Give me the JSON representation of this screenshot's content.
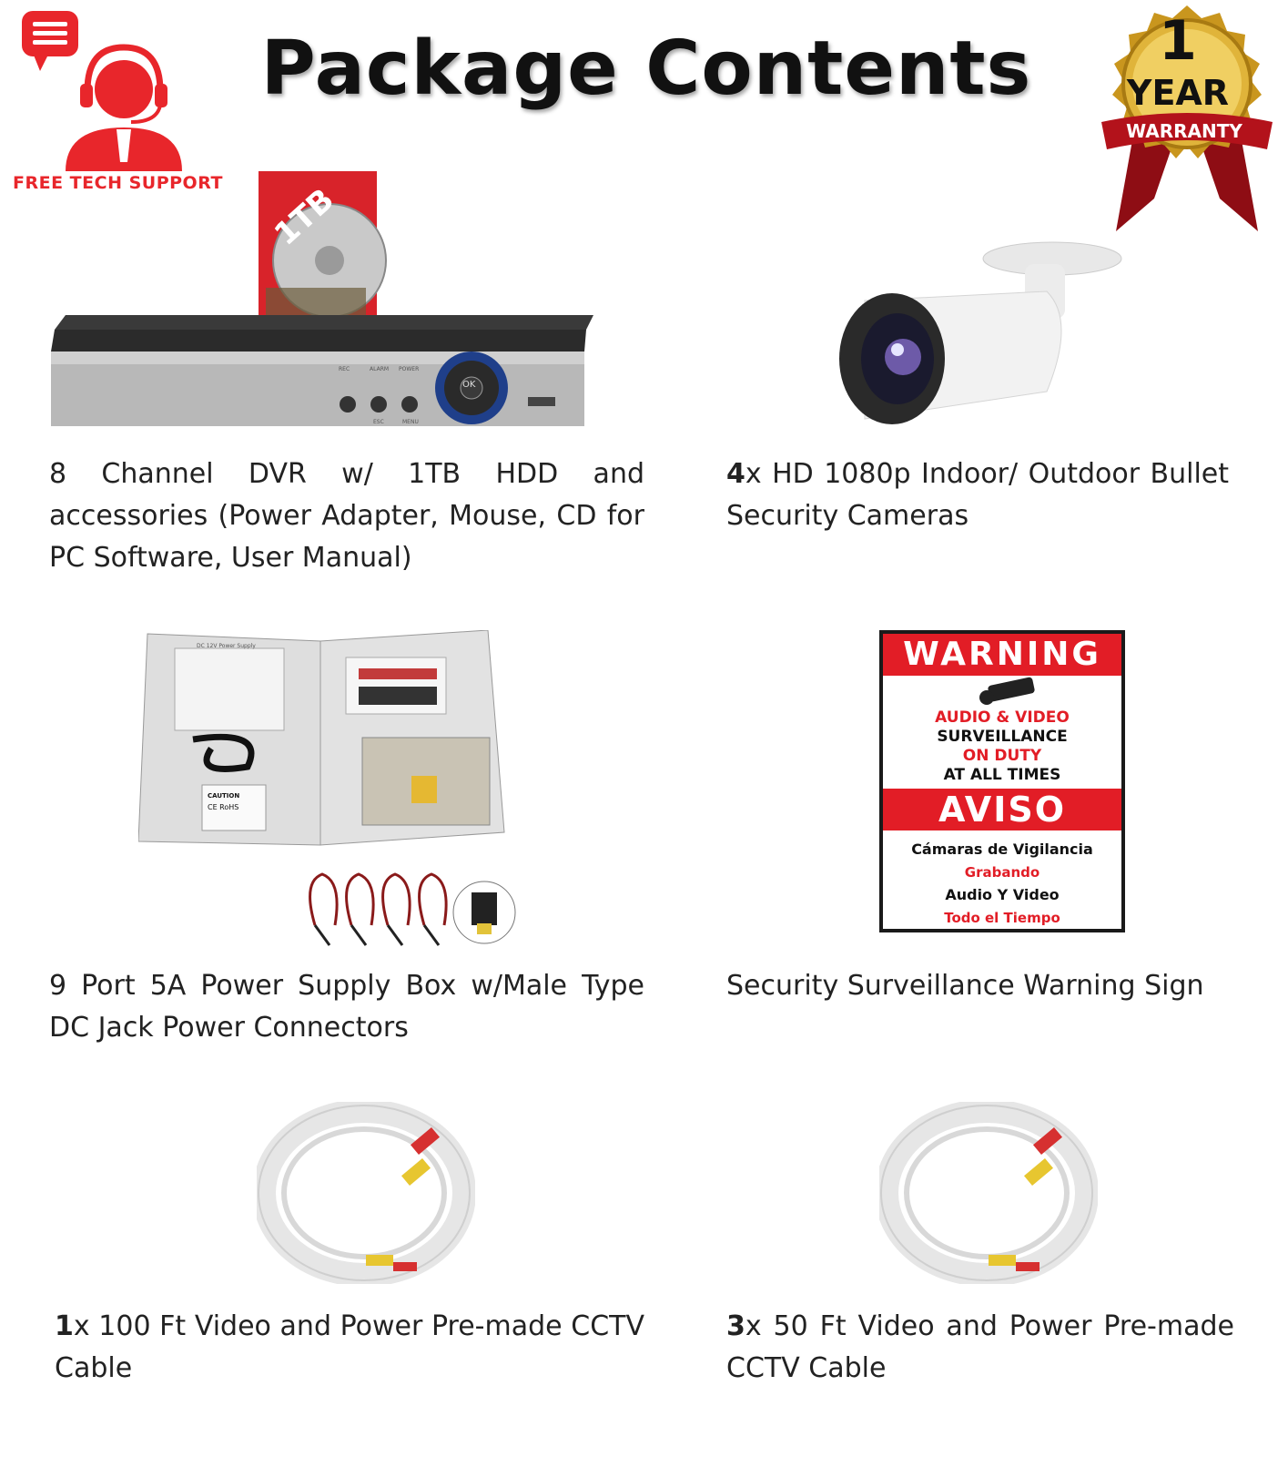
{
  "title": "Package Contents",
  "support": {
    "label": "FREE TECH SUPPORT"
  },
  "warranty": {
    "number": "1",
    "unit": "YEAR",
    "ribbon": "WARRANTY"
  },
  "dvr": {
    "hdd_label": "1TB",
    "buttons": [
      "REC",
      "ALARM",
      "POWER",
      "ESC",
      "MENU"
    ],
    "ok": "OK"
  },
  "items": [
    {
      "prefix": "",
      "text": "8 Channel DVR w/ 1TB HDD and accessories (Power Adapter, Mouse, CD for PC Software, User Manual)"
    },
    {
      "prefix": "4",
      "text": "x HD 1080p  Indoor/ Outdoor Bullet  Security Cameras"
    },
    {
      "prefix": "",
      "text": "9 Port 5A Power Supply Box w/Male Type DC Jack Power Connectors"
    },
    {
      "prefix": "",
      "text": "Security Surveillance Warning Sign"
    },
    {
      "prefix": "1",
      "text": "x 100 Ft Video and Power Pre-made CCTV Cable"
    },
    {
      "prefix": "3",
      "text": "x 50 Ft Video and Power Pre-made CCTV Cable"
    }
  ],
  "psu_box": {
    "label": "DC 12V Power Supply",
    "caution": "CAUTION",
    "rohs": "CE  RoHS"
  },
  "sign": {
    "header": "WARNING",
    "lines_en": [
      "AUDIO & VIDEO",
      "SURVEILLANCE",
      "ON DUTY",
      "AT ALL TIMES"
    ],
    "header2": "AVISO",
    "lines_es": [
      "Cámaras de Vigilancia",
      "Grabando",
      "Audio Y Video",
      "Todo el Tiempo"
    ]
  },
  "colors": {
    "accent_red": "#e21d26",
    "gold": "#d4a62a",
    "ribbon": "#b3121b"
  }
}
